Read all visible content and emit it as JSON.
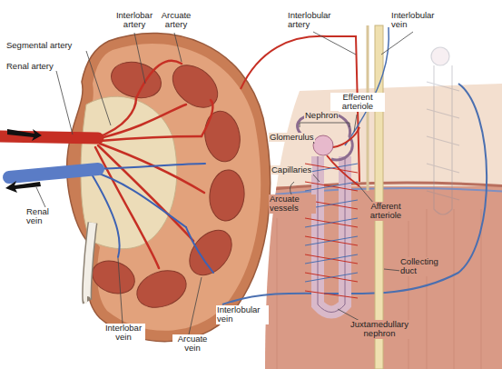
{
  "diagram": {
    "labels": [
      "Interlobar artery",
      "Arcuate artery",
      "Segmental artery",
      "Renal artery",
      "Renal vein",
      "Interlobar vein",
      "Arcuate vein",
      "Interlobular vein",
      "Interlobular artery",
      "Interlobular vein",
      "Efferent arteriole",
      "Nephron",
      "Glomerulus",
      "Capillaries",
      "Afferent arteriole",
      "Arcuate vessels",
      "Collecting duct",
      "Juxtamedullary nephron"
    ]
  }
}
